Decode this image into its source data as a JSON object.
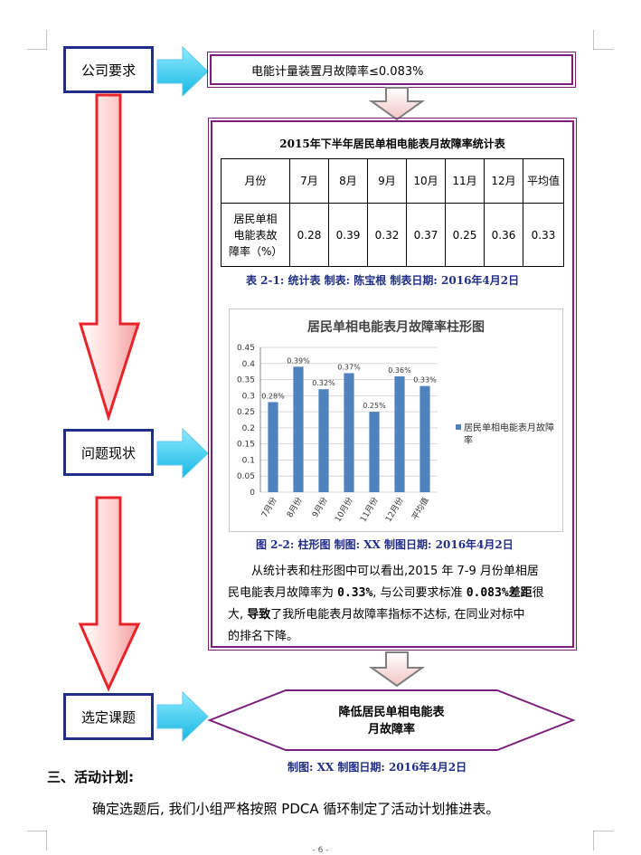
{
  "flow": {
    "company_req_label": "公司要求",
    "problem_label": "问题现状",
    "topic_label": "选定课题",
    "requirement_text": "电能计量装置月故障率≤0.083%",
    "goal_line1": "降低居民单相电能表",
    "goal_line2": "月故障率"
  },
  "stat_table": {
    "title": "2015年下半年居民单相电能表月故障率统计表",
    "header_label": "月份",
    "months": [
      "7月",
      "8月",
      "9月",
      "10月",
      "11月",
      "12月",
      "平均值"
    ],
    "row_label": "居民单相电能表故障率（%）",
    "values": [
      "0.28",
      "0.39",
      "0.32",
      "0.37",
      "0.25",
      "0.36",
      "0.33"
    ],
    "caption": "表 2-1: 统计表   制表: 陈宝根   制表日期: 2016年4月2日"
  },
  "chart_data": {
    "type": "bar",
    "title": "居民单相电能表月故障率柱形图",
    "categories": [
      "7月份",
      "8月份",
      "9月份",
      "10月份",
      "11月份",
      "12月份",
      "平均值"
    ],
    "series": [
      {
        "name": "居民单相电能表月故障率",
        "values": [
          0.28,
          0.39,
          0.32,
          0.37,
          0.25,
          0.36,
          0.33
        ]
      }
    ],
    "data_labels": [
      "0.28%",
      "0.39%",
      "0.32%",
      "0.37%",
      "0.25%",
      "0.36%",
      "0.33%"
    ],
    "yticks": [
      "0",
      "0.05",
      "0.1",
      "0.15",
      "0.2",
      "0.25",
      "0.3",
      "0.35",
      "0.4",
      "0.45"
    ],
    "ylim": [
      0,
      0.45
    ],
    "legend": "right",
    "bar_color": "#4f81bd"
  },
  "chart_caption": "图 2-2: 柱形图   制图: XX   制图日期: 2016年4月2日",
  "analysis": {
    "p1": "从统计表和柱形图中可以看出,2015 年 7-9 月份单相居",
    "p2a": "民电能表月故障率为 ",
    "p2b": "0.33%",
    "p2c": ", 与公司要求标准 ",
    "p2d": "0.083%差距",
    "p2e": "很",
    "p3a": "大, ",
    "p3b": "导致",
    "p3c": "了我所电能表月故障率指标不达标, 在同业对标中",
    "p4": "的排名下降。"
  },
  "goal_caption": "制图: XX   制图日期: 2016年4月2日",
  "section_heading": "三、活动计划:",
  "body_text": "确定选题后, 我们小组严格按照 PDCA 循环制定了活动计划推进表。",
  "page_number": "- 6 -",
  "colors": {
    "navy": "#1f2d86",
    "purple": "#7b1f7a",
    "red_arrow": "#e8232a",
    "cyan_arrow": "#3fd0f0"
  }
}
